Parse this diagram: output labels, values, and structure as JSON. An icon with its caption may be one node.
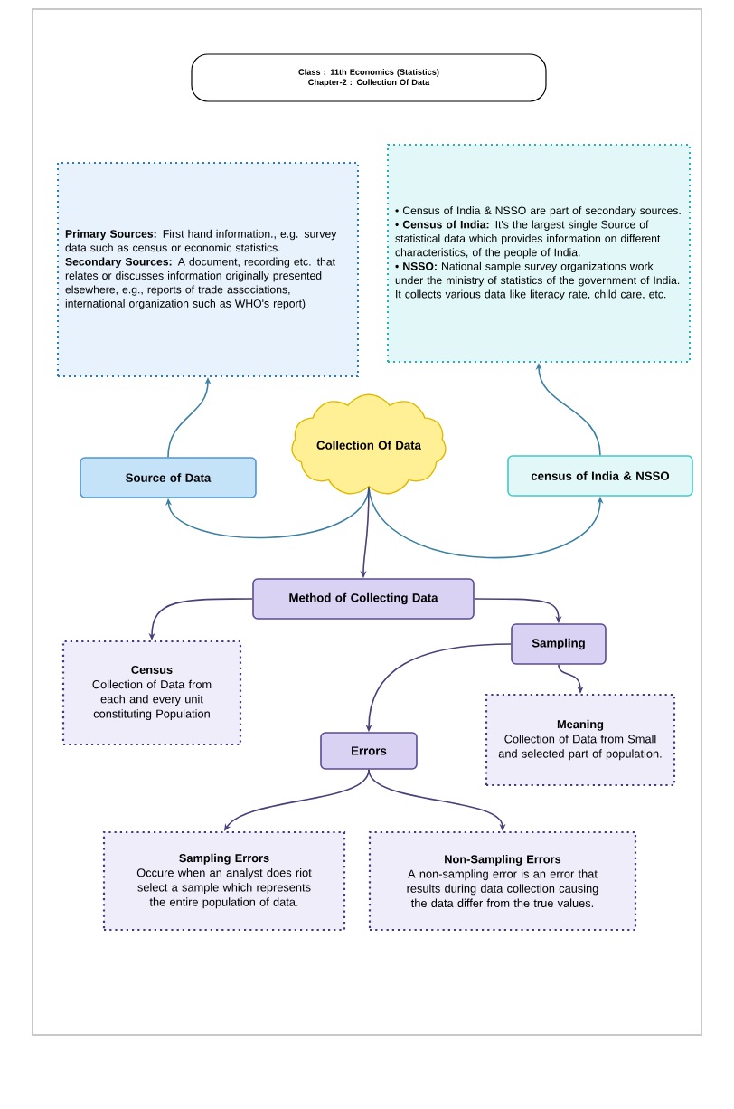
{
  "diagram": {
    "nodes": [
      {
        "text": [
          "Class : 11th Economics (Statistics)",
          "Chapter-2 : Collection Of Data"
        ]
      },
      {
        "text": [
          "**Primary Sources:** First hand information., e.g. survey data such as census or economic statistics.",
          "**Secondary Sources:** A document, recording etc. that relates or discusses information originally presented elsewhere, e.g., reports of trade associations, international organization such as WHO's report)"
        ]
      },
      {
        "text": [
          "• Census of India & NSSO are part of secondary sources.",
          "• **Census of India:** It's the largest single Source of statistical data which provides information on different characteristics, of the people of India.",
          "• **NSSO:** National sample survey organizations work under the ministry of statistics of the government of India. It collects various data like literacy rate, child care, etc."
        ]
      },
      {
        "text": [
          "Collection Of Data"
        ]
      },
      {
        "text": [
          "Source of Data"
        ]
      },
      {
        "text": [
          "census of India & NSSO"
        ]
      },
      {
        "text": [
          "Method of Collecting Data"
        ]
      },
      {
        "text": [
          "Census",
          "Collection of Data from each and every unit constituting Population"
        ]
      },
      {
        "text": [
          "Sampling"
        ]
      },
      {
        "text": [
          "Meaning",
          "Collection of Data from Small and selected part of population."
        ]
      },
      {
        "text": [
          "Errors"
        ]
      },
      {
        "text": [
          "Sampling Errors",
          "Occure when an analyst does riot select a sample which represents the entire population of data."
        ]
      },
      {
        "text": [
          "Non-Sampling Errors",
          "A non-sampling error is an error that results during data collection causing the data differ from the true values."
        ]
      }
    ],
    "edges": [
      {
        "from": 3,
        "to": 4,
        "arrow": "to",
        "color": "#3b7fa3"
      },
      {
        "from": 4,
        "to": 1,
        "arrow": "to",
        "color": "#3b7fa3"
      },
      {
        "from": 3,
        "to": 5,
        "arrow": "to",
        "color": "#3b7fa3"
      },
      {
        "from": 5,
        "to": 2,
        "arrow": "to",
        "color": "#3b7fa3"
      },
      {
        "from": 3,
        "to": 6,
        "arrow": "to"
      },
      {
        "from": 6,
        "to": 7,
        "arrow": "to"
      },
      {
        "from": 6,
        "to": 8,
        "arrow": "to"
      },
      {
        "from": 8,
        "to": 10,
        "arrow": "to"
      },
      {
        "from": 8,
        "to": 9,
        "arrow": "to"
      },
      {
        "from": 10,
        "to": 11,
        "arrow": "to"
      },
      {
        "from": 10,
        "to": 12,
        "arrow": "to"
      }
    ]
  }
}
